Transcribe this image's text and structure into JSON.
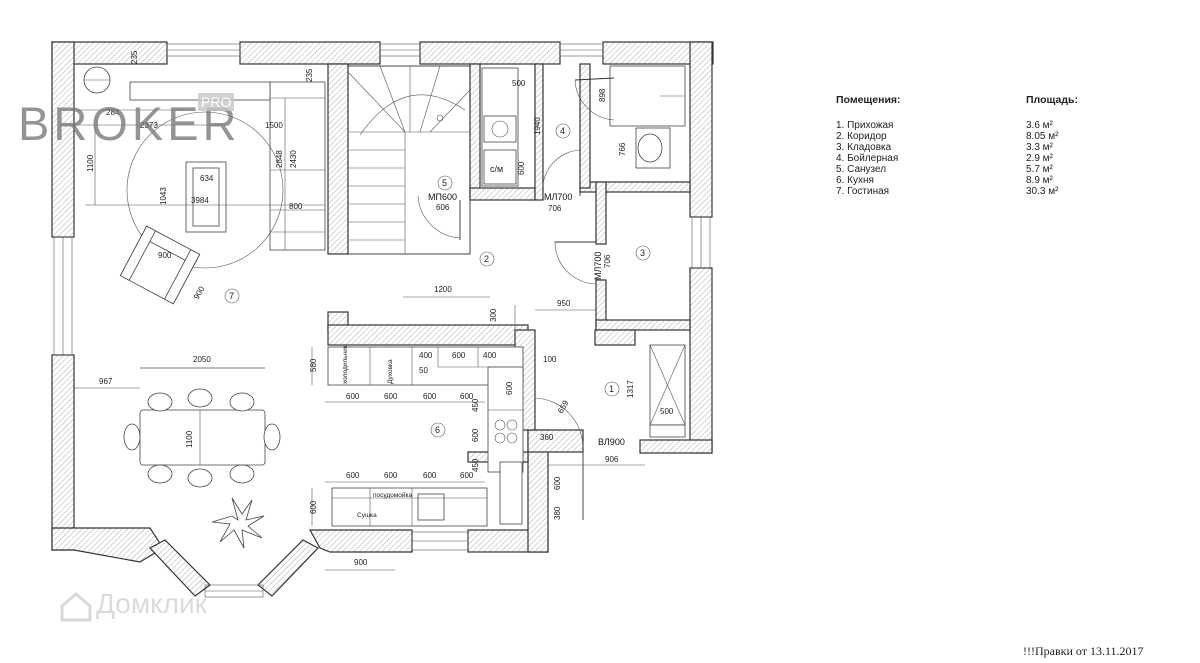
{
  "legend": {
    "rooms_header": "Помещения:",
    "area_header": "Площадь:",
    "rows": [
      {
        "room": "1. Прихожая",
        "area": "3.6 м²"
      },
      {
        "room": "2. Коридор",
        "area": "8.05 м²"
      },
      {
        "room": "3. Кладовка",
        "area": "3.3 м²"
      },
      {
        "room": "4. Бойлерная",
        "area": "2.9 м²"
      },
      {
        "room": "5. Санузел",
        "area": "5.7 м²"
      },
      {
        "room": "6. Кухня",
        "area": "8.9 м²"
      },
      {
        "room": "7. Гостиная",
        "area": "30.3 м²"
      }
    ]
  },
  "note": "!!!Правки от 13.11.2017",
  "watermarks": {
    "brand": "BROKER",
    "brand_pro": "PRO",
    "site": "Домклик",
    "site_icon": "house-icon"
  },
  "plan": {
    "room_numbers": [
      "1",
      "2",
      "3",
      "4",
      "5",
      "6",
      "7"
    ],
    "doors": [
      "МП600",
      "МЛ700",
      "МЛ700",
      "ВЛ900"
    ],
    "appliances": [
      "с/м",
      "холодильник",
      "Духовка",
      "посудомойка",
      "Сушка"
    ],
    "dimensions": {
      "d235a": "235",
      "d235b": "235",
      "d284": "284",
      "d2373": "2373",
      "d1500": "1500",
      "d1100a": "1100",
      "d634": "634",
      "d1043": "1043",
      "d3984": "3984",
      "d2848": "2848",
      "d2430": "2430",
      "d800": "800",
      "d900a": "900",
      "d900b": "900",
      "d500a": "500",
      "d1940": "1940",
      "d600a": "600",
      "d606": "606",
      "d898": "898",
      "d766": "766",
      "d706a": "706",
      "d706b": "706",
      "d1200": "1200",
      "d950": "950",
      "d300": "300",
      "d580": "580",
      "d400a": "400",
      "d600b": "600",
      "d400b": "400",
      "d50": "50",
      "d600c": "600",
      "d600d": "600",
      "d600e": "600",
      "d600f": "600",
      "d600g": "600",
      "d450a": "450",
      "d600h": "600",
      "d450b": "450",
      "d100": "100",
      "d659": "659",
      "d360": "360",
      "d1317": "1317",
      "d500b": "500",
      "d906": "906",
      "d2050": "2050",
      "d967": "967",
      "d1100b": "1100",
      "d600i": "600",
      "d600j": "600",
      "d600k": "600",
      "d600l": "600",
      "d600m": "600",
      "d600n": "600",
      "d380": "380",
      "d900c": "900"
    }
  }
}
